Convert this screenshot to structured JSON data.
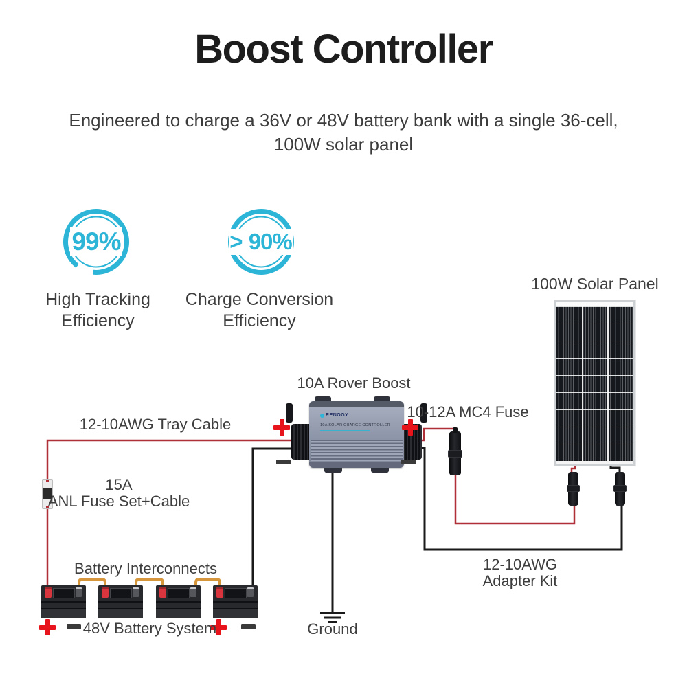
{
  "colors": {
    "accent-cyan": "#2cb5d6",
    "wire-red": "#b03038",
    "wire-black": "#1a1a1a",
    "plus-red": "#e8141c",
    "minus-dark": "#3a3a3a",
    "interconnect-orange": "#d6963c",
    "text-dark": "#3e3e3e",
    "title-black": "#1d1d1d"
  },
  "header": {
    "title": "Boost Controller",
    "subtitle_line1": "Engineered to charge a 36V or 48V battery bank with a single 36-cell,",
    "subtitle_line2": "100W solar panel"
  },
  "badges": [
    {
      "value_prefix": "",
      "value": "99%",
      "label_line1": "High Tracking",
      "label_line2": "Efficiency"
    },
    {
      "value_prefix": ">",
      "value": "90%",
      "label_line1": "Charge Conversion",
      "label_line2": "Efficiency"
    }
  ],
  "diagram": {
    "solar_panel_label": "100W Solar Panel",
    "controller_label": "10A Rover Boost",
    "controller_brand": "RENOGY",
    "controller_model_text": "10A SOLAR CHARGE CONTROLLER",
    "mc4_fuse_label": "10-12A MC4 Fuse",
    "tray_cable_label": "12-10AWG Tray Cable",
    "anl_fuse_label_line1": "15A",
    "anl_fuse_label_line2": "ANL Fuse Set+Cable",
    "battery_interconnects_label": "Battery Interconnects",
    "battery_system_label": "48V Battery System",
    "ground_label": "Ground",
    "adapter_kit_label_line1": "12-10AWG",
    "adapter_kit_label_line2": "Adapter Kit"
  }
}
